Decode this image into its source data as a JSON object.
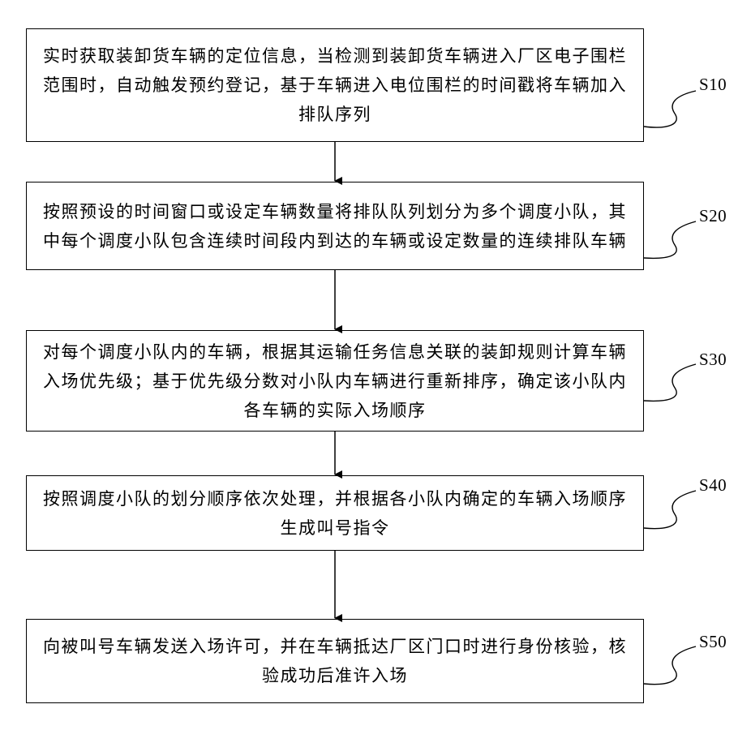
{
  "steps": [
    {
      "label": "S10",
      "text": "实时获取装卸货车辆的定位信息，当检测到装卸货车辆进入厂区电子围栏范围时，自动触发预约登记，基于车辆进入电位围栏的时间戳将车辆加入排队序列"
    },
    {
      "label": "S20",
      "text": "按照预设的时间窗口或设定车辆数量将排队队列划分为多个调度小队，其中每个调度小队包含连续时间段内到达的车辆或设定数量的连续排队车辆"
    },
    {
      "label": "S30",
      "text": "对每个调度小队内的车辆，根据其运输任务信息关联的装卸规则计算车辆入场优先级；基于优先级分数对小队内车辆进行重新排序，确定该小队内各车辆的实际入场顺序"
    },
    {
      "label": "S40",
      "text": "按照调度小队的划分顺序依次处理，并根据各小队内确定的车辆入场顺序生成叫号指令"
    },
    {
      "label": "S50",
      "text": "向被叫号车辆发送入场许可，并在车辆抵达厂区门口时进行身份核验，核验成功后准许入场"
    }
  ]
}
